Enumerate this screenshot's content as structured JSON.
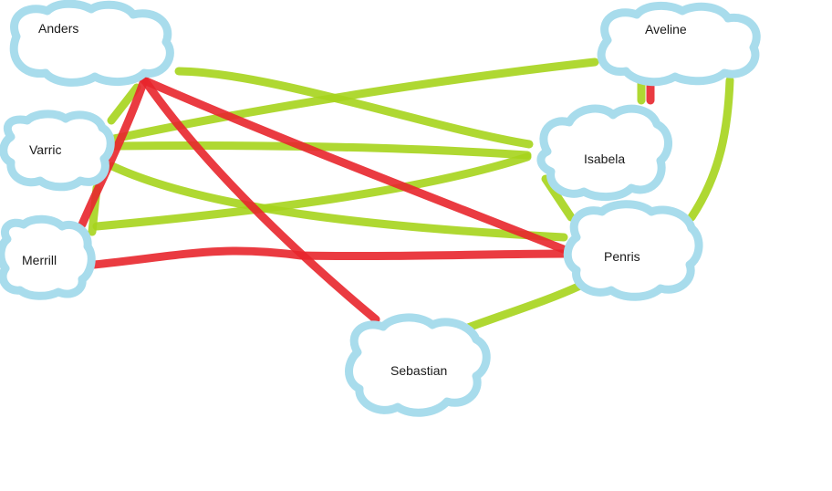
{
  "colors": {
    "positive": "#a6d41c",
    "negative": "#e8262c",
    "cloud_stroke": "#a8dcec"
  },
  "nodes": [
    {
      "id": "anders",
      "label": "Anders"
    },
    {
      "id": "aveline",
      "label": "Aveline"
    },
    {
      "id": "varric",
      "label": "Varric"
    },
    {
      "id": "isabela",
      "label": "Isabela"
    },
    {
      "id": "merrill",
      "label": "Merrill"
    },
    {
      "id": "penris",
      "label": "Penris"
    },
    {
      "id": "sebastian",
      "label": "Sebastian"
    }
  ],
  "edges": [
    {
      "from": "anders",
      "to": "varric",
      "type": "positive"
    },
    {
      "from": "anders",
      "to": "isabela",
      "type": "positive"
    },
    {
      "from": "anders",
      "to": "merrill",
      "type": "negative"
    },
    {
      "from": "anders",
      "to": "penris",
      "type": "negative"
    },
    {
      "from": "anders",
      "to": "sebastian",
      "type": "negative"
    },
    {
      "from": "varric",
      "to": "aveline",
      "type": "positive"
    },
    {
      "from": "varric",
      "to": "isabela",
      "type": "positive"
    },
    {
      "from": "varric",
      "to": "penris",
      "type": "positive"
    },
    {
      "from": "varric",
      "to": "merrill",
      "type": "positive"
    },
    {
      "from": "merrill",
      "to": "isabela",
      "type": "positive"
    },
    {
      "from": "merrill",
      "to": "penris",
      "type": "negative"
    },
    {
      "from": "aveline",
      "to": "isabela",
      "type": "positive"
    },
    {
      "from": "aveline",
      "to": "isabela",
      "type": "negative"
    },
    {
      "from": "aveline",
      "to": "penris",
      "type": "positive"
    },
    {
      "from": "isabela",
      "to": "penris",
      "type": "positive"
    },
    {
      "from": "penris",
      "to": "sebastian",
      "type": "positive"
    }
  ]
}
